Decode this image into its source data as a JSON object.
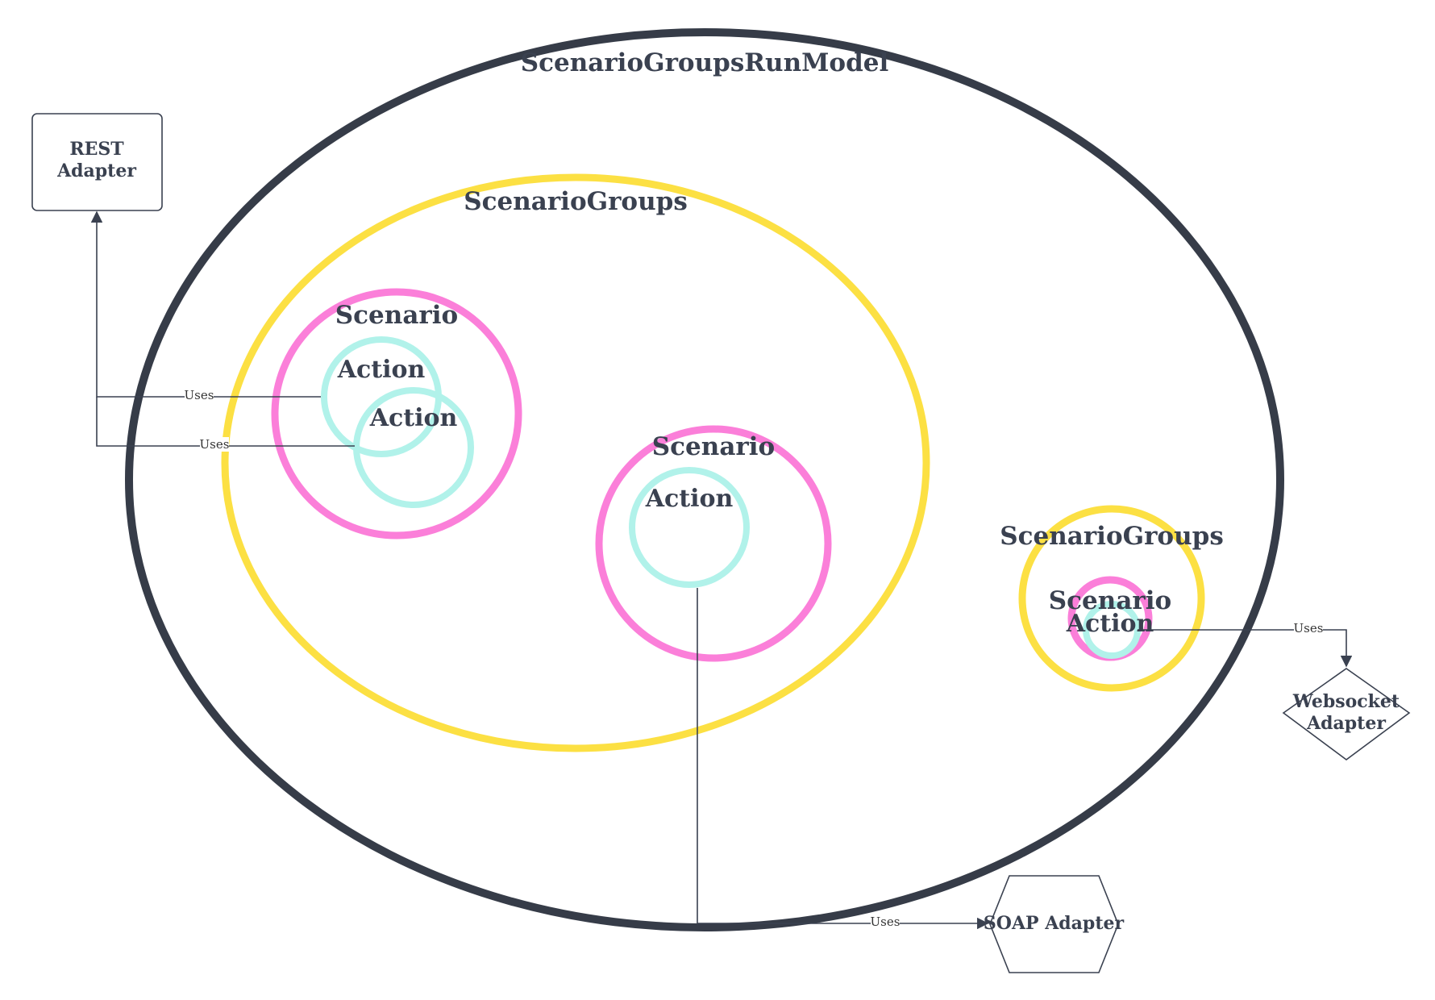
{
  "colors": {
    "model": "#363c48",
    "group": "#fce043",
    "scenario": "#fb7fd9",
    "action": "#b1f2ea",
    "edge": "#3a4150"
  },
  "regions": {
    "run_model": "ScenarioGroupsRunModel",
    "group_main": "ScenarioGroups",
    "group_small": "ScenarioGroups",
    "scenario_1": "Scenario",
    "scenario_2": "Scenario",
    "scenario_3": "Scenario",
    "action_1": "Action",
    "action_2": "Action",
    "action_3": "Action",
    "action_4": "Action"
  },
  "adapters": {
    "rest": [
      "REST",
      "Adapter"
    ],
    "websocket": [
      "Websocket",
      "Adapter"
    ],
    "soap": "SOAP Adapter"
  },
  "edges": {
    "uses_1": "Uses",
    "uses_2": "Uses",
    "uses_3": "Uses",
    "uses_4": "Uses"
  }
}
